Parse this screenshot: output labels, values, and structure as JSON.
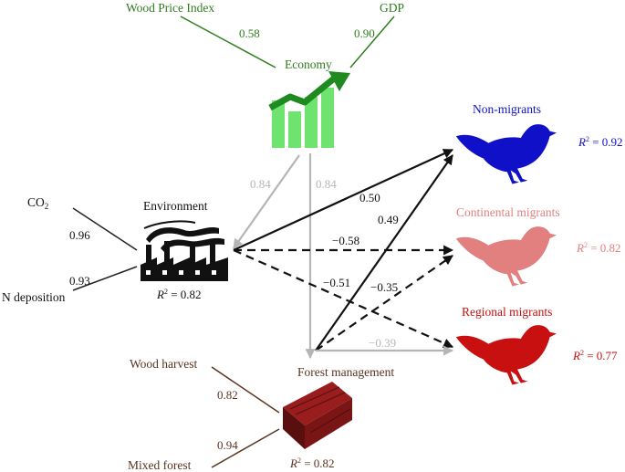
{
  "colors": {
    "economy": "#2e7d1e",
    "management": "#5a3421",
    "non_migrants": "#1010c8",
    "continental": "#e27f7f",
    "regional": "#c81010",
    "grey_path": "#b5b5b5",
    "black_path": "#111111"
  },
  "economy": {
    "label": "Economy",
    "icon": "rising-bar-chart-icon",
    "indicators": [
      {
        "label": "Wood Price Index",
        "loading": "0.58"
      },
      {
        "label": "GDP",
        "loading": "0.90"
      }
    ]
  },
  "environment": {
    "label": "Environment",
    "icon": "factory-pollution-icon",
    "r2_label": "R",
    "r2_sup": "2",
    "r2_value": " = 0.82",
    "indicators": [
      {
        "label": "CO",
        "sub": "2",
        "loading": "0.96"
      },
      {
        "label": "N deposition",
        "loading": "0.93"
      }
    ]
  },
  "management": {
    "label": "Forest management",
    "icon": "log-icon",
    "r2_label": "R",
    "r2_sup": "2",
    "r2_value": " = 0.82",
    "indicators": [
      {
        "label": "Wood harvest",
        "loading": "0.82"
      },
      {
        "label": "Mixed forest",
        "loading": "0.94"
      }
    ]
  },
  "birds": [
    {
      "key": "non_migrants",
      "label": "Non-migrants",
      "icon": "bird-icon",
      "r2_label": "R",
      "r2_sup": "2",
      "r2_value": " = 0.92"
    },
    {
      "key": "continental",
      "label": "Continental migrants",
      "icon": "bird-icon",
      "r2_label": "R",
      "r2_sup": "2",
      "r2_value": " = 0.82"
    },
    {
      "key": "regional",
      "label": "Regional migrants",
      "icon": "bird-icon",
      "r2_label": "R",
      "r2_sup": "2",
      "r2_value": " = 0.77"
    }
  ],
  "paths": [
    {
      "from": "Economy",
      "to": "Environment",
      "coef": "0.84",
      "style": "grey"
    },
    {
      "from": "Economy",
      "to": "Forest management",
      "coef": "0.84",
      "style": "grey"
    },
    {
      "from": "Environment",
      "to": "Non-migrants",
      "coef": "0.50",
      "style": "solid"
    },
    {
      "from": "Environment",
      "to": "Continental migrants",
      "coef": "−0.58",
      "style": "dashed"
    },
    {
      "from": "Environment",
      "to": "Regional migrants",
      "coef": "−0.51",
      "style": "dashed"
    },
    {
      "from": "Forest management",
      "to": "Non-migrants",
      "coef": "0.49",
      "style": "solid"
    },
    {
      "from": "Forest management",
      "to": "Continental migrants",
      "coef": "−0.35",
      "style": "dashed"
    },
    {
      "from": "Forest management",
      "to": "Regional migrants",
      "coef": "−0.39",
      "style": "grey"
    }
  ]
}
